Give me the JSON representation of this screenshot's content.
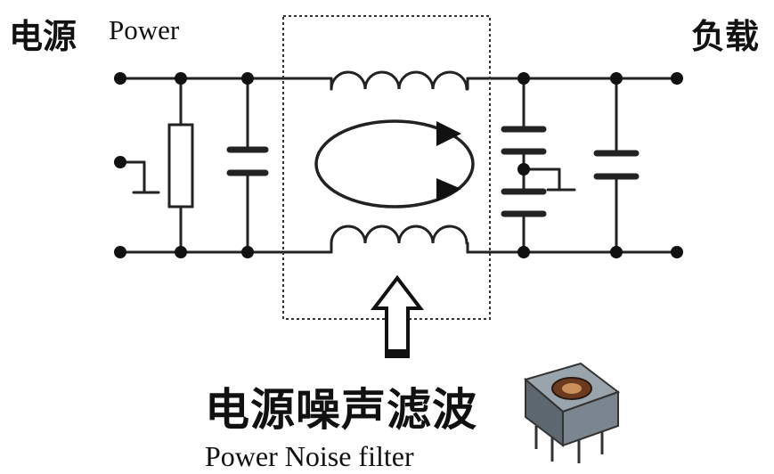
{
  "labels": {
    "power_cn": "电源",
    "power_en": "Power",
    "load_cn": "负载",
    "caption_cn": "电源噪声滤波",
    "caption_en": "Power Noise filter"
  },
  "icons": {
    "component_photo": "common-mode-choke-component-icon",
    "arrow": "up-arrow-icon"
  },
  "colors": {
    "ink": "#111111",
    "wire": "#222222"
  }
}
